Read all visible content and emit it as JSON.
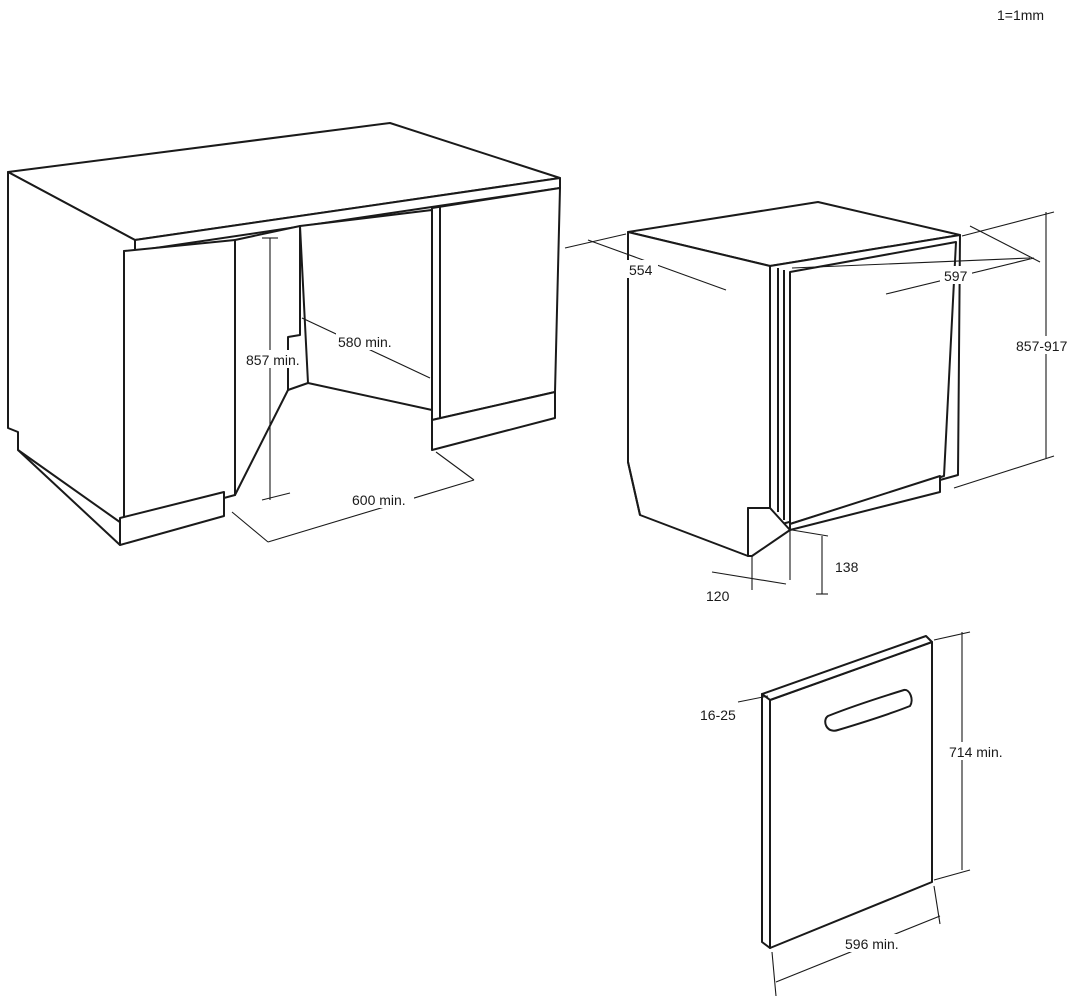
{
  "scale_note": "1=1mm",
  "cabinet": {
    "height_label": "857 min.",
    "depth_label": "580 min.",
    "width_label": "600 min."
  },
  "dishwasher": {
    "depth_label": "554",
    "width_label": "597",
    "height_label": "857-917",
    "plinth_height_label": "138",
    "plinth_depth_label": "120"
  },
  "door_panel": {
    "thickness_label": "16-25",
    "height_label": "714 min.",
    "width_label": "596 min."
  }
}
